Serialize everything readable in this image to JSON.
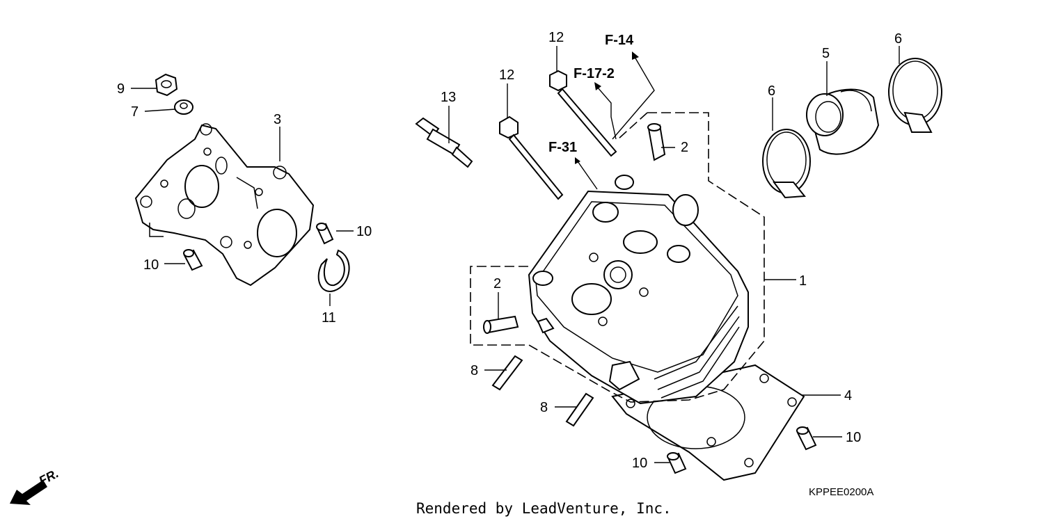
{
  "diagram": {
    "callouts": [
      "1",
      "2",
      "2",
      "3",
      "4",
      "5",
      "6",
      "6",
      "7",
      "8",
      "8",
      "9",
      "10",
      "10",
      "10",
      "10",
      "11",
      "12",
      "12",
      "13"
    ],
    "references": [
      "F-14",
      "F-17-2",
      "F-31"
    ],
    "direction_label": "FR.",
    "diagram_code": "KPPEE0200A",
    "credit": "Rendered by LeadVenture, Inc."
  }
}
